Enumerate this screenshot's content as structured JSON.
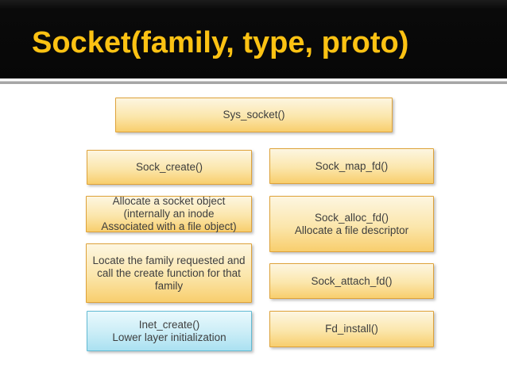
{
  "slide": {
    "title": "Socket(family, type, proto)"
  },
  "colors": {
    "title_text": "#FCC213",
    "title_background": "#0A0A0A",
    "yellow_box_border": "#DEA239",
    "yellow_box_fill_top": "#FDF6E1",
    "yellow_box_fill_bottom": "#F8CE6D",
    "blue_box_border": "#62BAD3",
    "blue_box_fill_top": "#E9F9FD",
    "blue_box_fill_bottom": "#AAE1F1",
    "box_text": "#3E3E3E"
  },
  "diagram": {
    "root": {
      "sys_socket": "Sys_socket()"
    },
    "left_column": {
      "sock_create": "Sock_create()",
      "allocate_socket_object": "Allocate a socket object\n(internally an inode\nAssociated with a file object)",
      "locate_family": "Locate the family requested and\ncall the create function for that\nfamily",
      "inet_create": "Inet_create()\nLower layer initialization"
    },
    "right_column": {
      "sock_map_fd": "Sock_map_fd()",
      "sock_alloc_fd": "Sock_alloc_fd()\nAllocate a file descriptor",
      "sock_attach_fd": "Sock_attach_fd()",
      "fd_install": "Fd_install()"
    }
  }
}
